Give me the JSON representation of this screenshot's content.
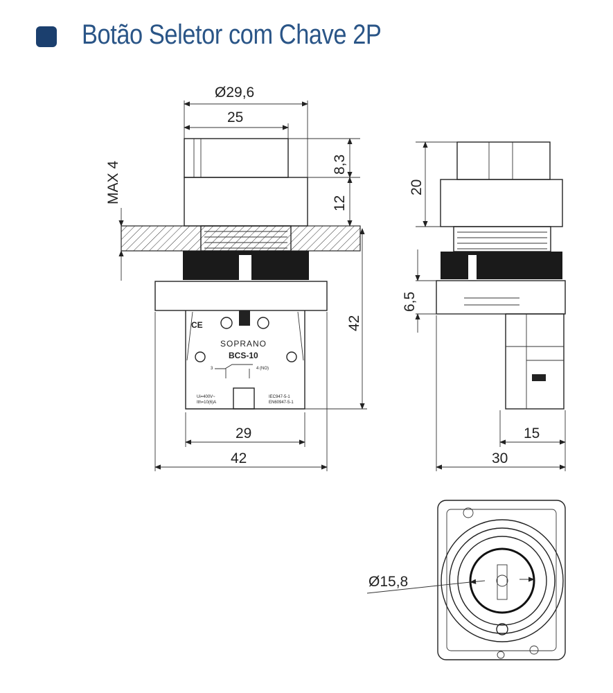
{
  "title": "Botão Seletor com Chave 2P",
  "colors": {
    "title": "#2a5587",
    "bullet": "#1b3f6e"
  },
  "front_view": {
    "dims": {
      "outer_diameter": "Ø29,6",
      "width_top": "25",
      "max_panel": "MAX 4",
      "height_knob": "8,3",
      "height_bezel": "12",
      "height_body": "42",
      "width_contact": "29",
      "width_base": "42"
    },
    "block": {
      "mark": "CE",
      "brand": "SOPRANO",
      "model": "BCS-10",
      "terminal_a": "3",
      "terminal_b": "4 (NO)",
      "rating_1": "Ui=400V~",
      "rating_2": "Ith=10(6)A",
      "std_1": "IEC947-5-1",
      "std_2": "EN60947-5-1"
    }
  },
  "side_view": {
    "dims": {
      "height": "20",
      "offset": "6,5",
      "depth_block": "15",
      "depth_total": "30"
    }
  },
  "bottom_view": {
    "dims": {
      "key_diameter": "Ø15,8"
    }
  }
}
